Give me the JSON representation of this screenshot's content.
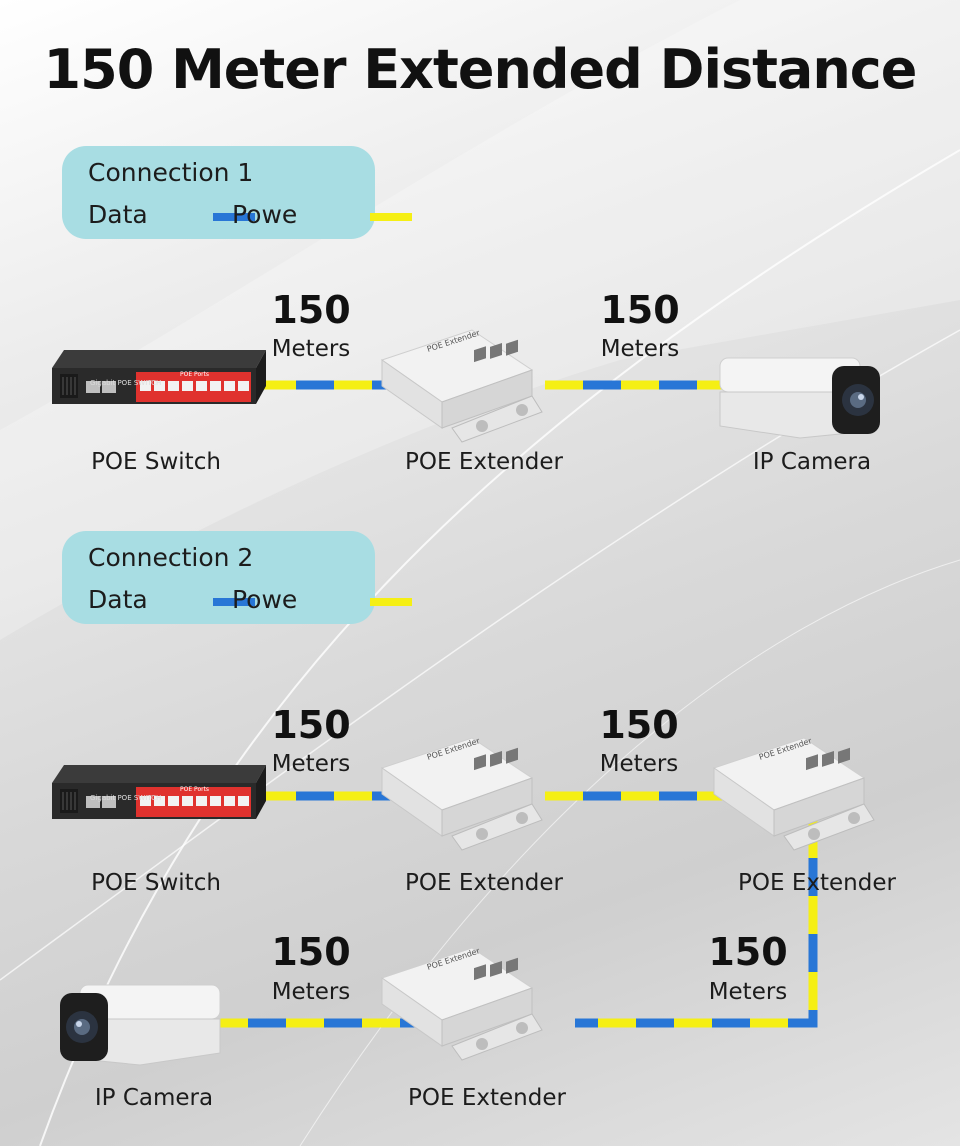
{
  "title": "150 Meter Extended Distance",
  "colors": {
    "data": "#2876d6",
    "power": "#f5ef14",
    "legend_bg": "#a8dde3",
    "switch_ports": "#e0322e"
  },
  "connection1": {
    "legend": {
      "title": "Connection 1",
      "data_label": "Data",
      "power_label": "Powe"
    },
    "segments": [
      {
        "value": "150",
        "unit": "Meters"
      },
      {
        "value": "150",
        "unit": "Meters"
      }
    ],
    "devices": [
      "POE Switch",
      "POE Extender",
      "IP Camera"
    ]
  },
  "connection2": {
    "legend": {
      "title": "Connection 2",
      "data_label": "Data",
      "power_label": "Powe"
    },
    "segments": [
      {
        "value": "150",
        "unit": "Meters"
      },
      {
        "value": "150",
        "unit": "Meters"
      },
      {
        "value": "150",
        "unit": "Meters"
      },
      {
        "value": "150",
        "unit": "Meters"
      }
    ],
    "devices": [
      "POE Switch",
      "POE Extender",
      "POE Extender",
      "IP Camera",
      "POE Extender"
    ]
  },
  "device_text": {
    "switch_brand": "Gigabit POE SWITCH",
    "switch_ports_label": "POE Ports",
    "extender_brand": "POE Extender"
  }
}
